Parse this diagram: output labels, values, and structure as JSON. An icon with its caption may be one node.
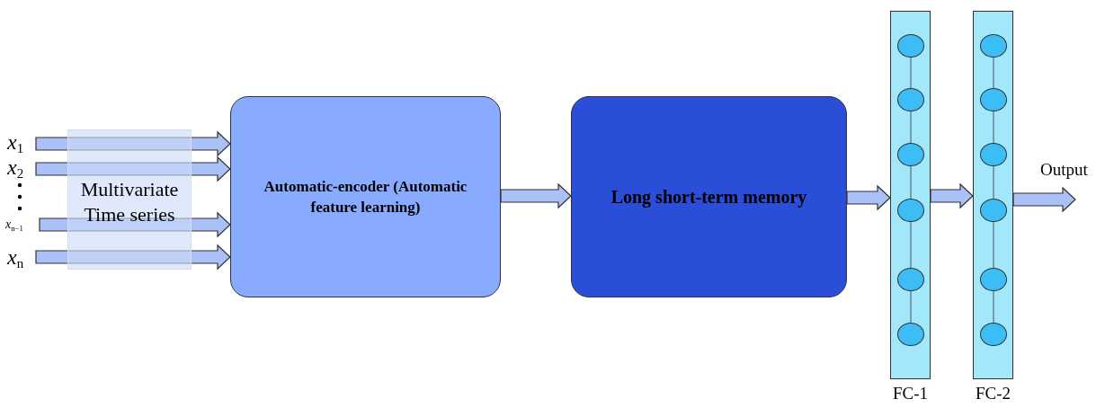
{
  "diagram": {
    "nodes": [
      {
        "text": [
          "*x*$_{1}$"
        ]
      },
      {
        "text": [
          "*x*$_{2}$"
        ]
      },
      {
        "text": [
          "*x*$_{n−1}$"
        ]
      },
      {
        "text": [
          "*x*$_{n}$"
        ]
      },
      {
        "text": [
          "Multivariate Time series"
        ]
      },
      {
        "text": [
          "Automatic-encoder (Automatic feature learning)"
        ]
      },
      {
        "text": [
          "Long short-term memory"
        ]
      },
      {
        "text": [
          "FC-1"
        ]
      },
      {
        "text": [],
        "shape": "circle",
        "in": 7
      },
      {
        "text": [],
        "shape": "circle",
        "in": 7
      },
      {
        "text": [],
        "shape": "circle",
        "in": 7
      },
      {
        "text": [],
        "shape": "circle",
        "in": 7
      },
      {
        "text": [],
        "shape": "circle",
        "in": 7
      },
      {
        "text": [],
        "shape": "circle",
        "in": 7
      },
      {
        "text": [
          "FC-2"
        ]
      },
      {
        "text": [],
        "shape": "circle",
        "in": 14
      },
      {
        "text": [],
        "shape": "circle",
        "in": 14
      },
      {
        "text": [],
        "shape": "circle",
        "in": 14
      },
      {
        "text": [],
        "shape": "circle",
        "in": 14
      },
      {
        "text": [],
        "shape": "circle",
        "in": 14
      },
      {
        "text": [],
        "shape": "circle",
        "in": 14
      }
    ],
    "edges": [
      {
        "from": 0,
        "to": 5,
        "arrow": "to"
      },
      {
        "from": 1,
        "to": 5,
        "arrow": "to"
      },
      {
        "from": 2,
        "to": 5,
        "arrow": "to"
      },
      {
        "from": 3,
        "to": 5,
        "arrow": "to"
      },
      {
        "from": 5,
        "to": 6,
        "arrow": "to"
      },
      {
        "from": 6,
        "to": 7,
        "arrow": "to"
      },
      {
        "from": 7,
        "to": 14,
        "arrow": "to"
      },
      {
        "from": 14,
        "to": null,
        "arrow": "to",
        "label": "Output"
      },
      {
        "from": 8,
        "to": 9,
        "arrow": "none"
      },
      {
        "from": 9,
        "to": 10,
        "arrow": "none"
      },
      {
        "from": 10,
        "to": 11,
        "arrow": "none"
      },
      {
        "from": 11,
        "to": 12,
        "arrow": "none"
      },
      {
        "from": 12,
        "to": 13,
        "arrow": "none"
      },
      {
        "from": 15,
        "to": 16,
        "arrow": "none"
      },
      {
        "from": 16,
        "to": 17,
        "arrow": "none"
      },
      {
        "from": 17,
        "to": 18,
        "arrow": "none"
      },
      {
        "from": 18,
        "to": 19,
        "arrow": "none"
      },
      {
        "from": 19,
        "to": 20,
        "arrow": "none"
      }
    ]
  }
}
